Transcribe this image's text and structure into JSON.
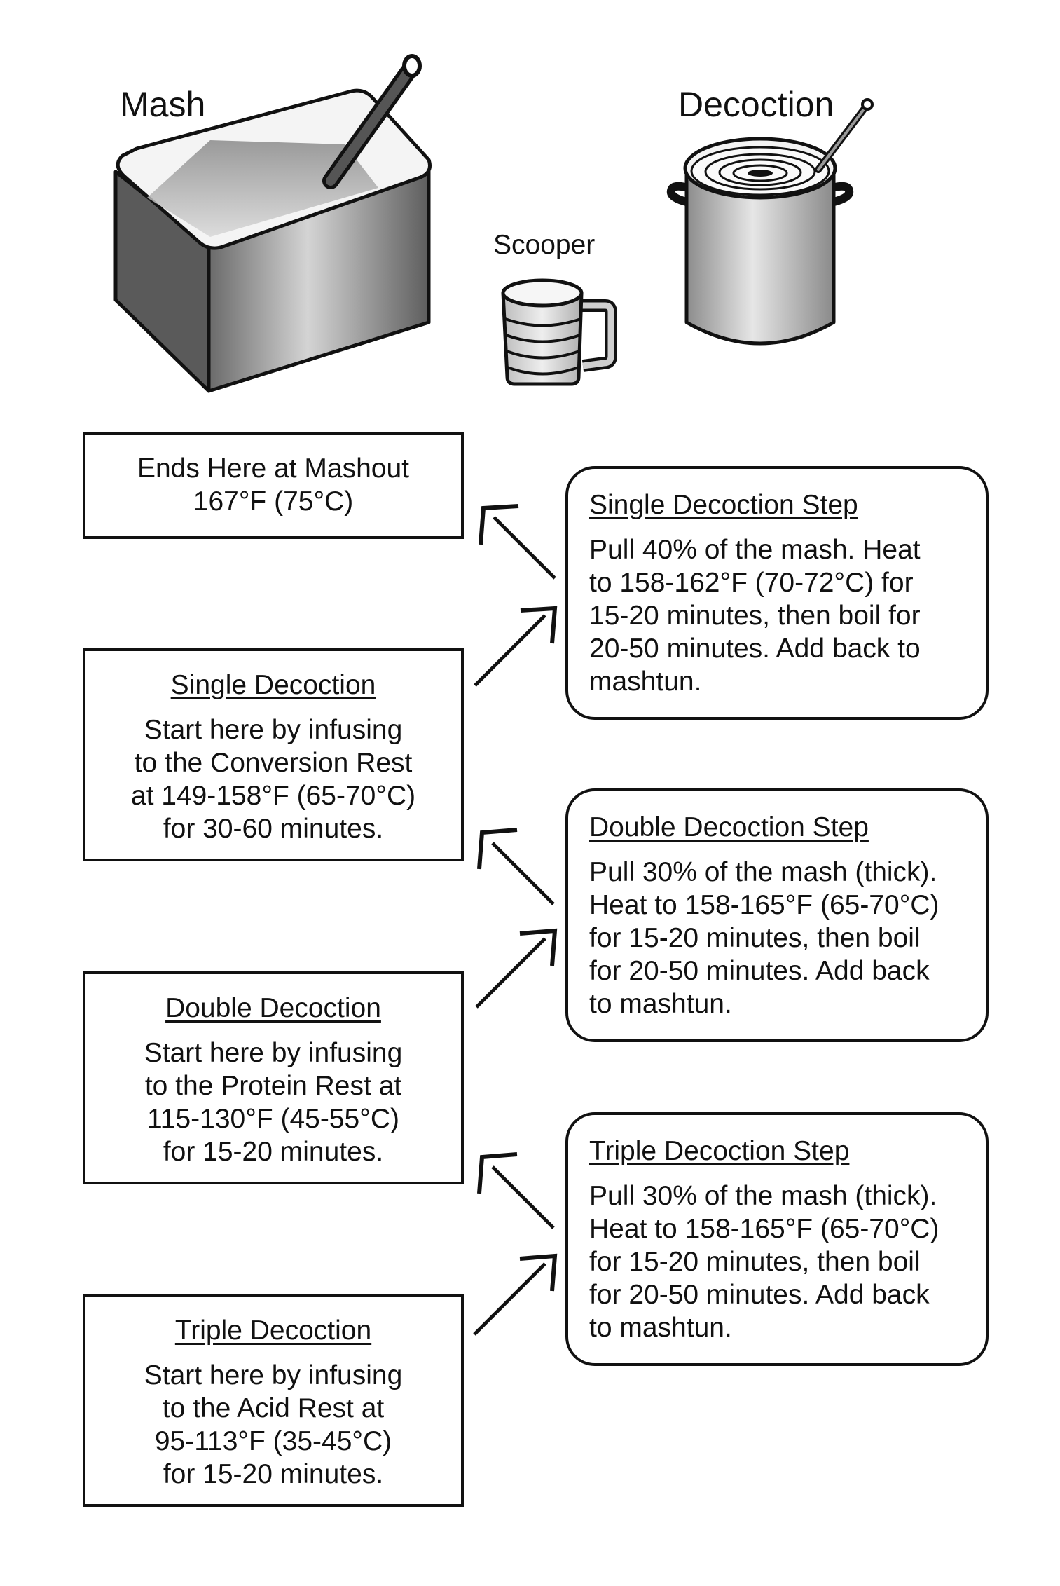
{
  "illustrations": {
    "mash_label": "Mash",
    "scooper_label": "Scooper",
    "decoction_label": "Decoction"
  },
  "left_boxes": [
    {
      "title": "",
      "lines": [
        "Ends Here at Mashout",
        "167°F (75°C)"
      ]
    },
    {
      "title": "Single Decoction",
      "lines": [
        "Start here by infusing",
        "to the Conversion Rest",
        "at 149-158°F (65-70°C)",
        "for 30-60 minutes."
      ]
    },
    {
      "title": "Double Decoction",
      "lines": [
        "Start here by infusing",
        "to the Protein Rest at",
        "115-130°F (45-55°C)",
        "for 15-20 minutes."
      ]
    },
    {
      "title": "Triple Decoction",
      "lines": [
        "Start here by infusing",
        "to the Acid Rest at",
        "95-113°F (35-45°C)",
        "for 15-20 minutes."
      ]
    }
  ],
  "right_boxes": [
    {
      "title": "Single Decoction Step",
      "lines": [
        "Pull 40% of the mash. Heat",
        "to 158-162°F (70-72°C) for",
        "15-20 minutes, then boil for",
        "20-50 minutes. Add back to",
        "mashtun."
      ]
    },
    {
      "title": "Double Decoction Step",
      "lines": [
        "Pull 30% of the mash (thick).",
        "Heat to 158-165°F (65-70°C)",
        "for 15-20 minutes, then boil",
        "for 20-50 minutes. Add back",
        "to mashtun."
      ]
    },
    {
      "title": "Triple Decoction Step",
      "lines": [
        "Pull 30% of the mash (thick).",
        "Heat to 158-165°F (65-70°C)",
        "for 15-20 minutes, then boil",
        "for 20-50 minutes. Add back",
        "to mashtun."
      ]
    }
  ],
  "icons": [
    "mash-tun-icon",
    "spoon-icon",
    "scooper-icon",
    "decoction-pot-icon",
    "arrow-up-right-icon",
    "arrow-up-left-icon"
  ]
}
